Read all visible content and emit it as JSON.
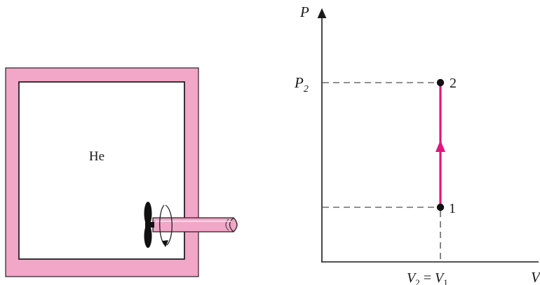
{
  "tank": {
    "gas_label": "He",
    "wall_color": "#f2a6c8",
    "wall_stroke": "#222222"
  },
  "diagram": {
    "y_axis_label": "P",
    "x_axis_label": "V",
    "p2_tick_label": "P",
    "p2_tick_subscript": "2",
    "x_tick_parts": [
      "V",
      "2",
      " = ",
      "V",
      "1"
    ],
    "point_1_label": "1",
    "point_2_label": "2",
    "process_color": "#e0157f"
  }
}
